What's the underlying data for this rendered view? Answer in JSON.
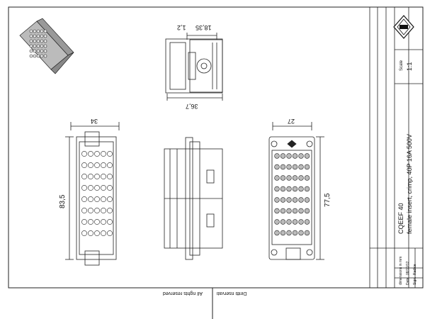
{
  "title_block": {
    "part_code": "CQEEF 40",
    "description": "female insert, crimp, 40P 16A 500V",
    "scale_label": "Scale",
    "scale_value": "1:1",
    "dimensions_note": "dimensions in mm",
    "date_label": "Date",
    "date_value": "08/10/12",
    "sign_label": "Sign.",
    "sign_value": "Radice"
  },
  "footer": {
    "rights_en": "All rights reserved",
    "rights_it": "Diritti riservati"
  },
  "dimensions": {
    "top_width": "18,35",
    "top_offset": "1,2",
    "top_length": "36,7",
    "front_width": "34",
    "front_height": "83,5",
    "rear_width": "27",
    "rear_height": "77,5"
  }
}
